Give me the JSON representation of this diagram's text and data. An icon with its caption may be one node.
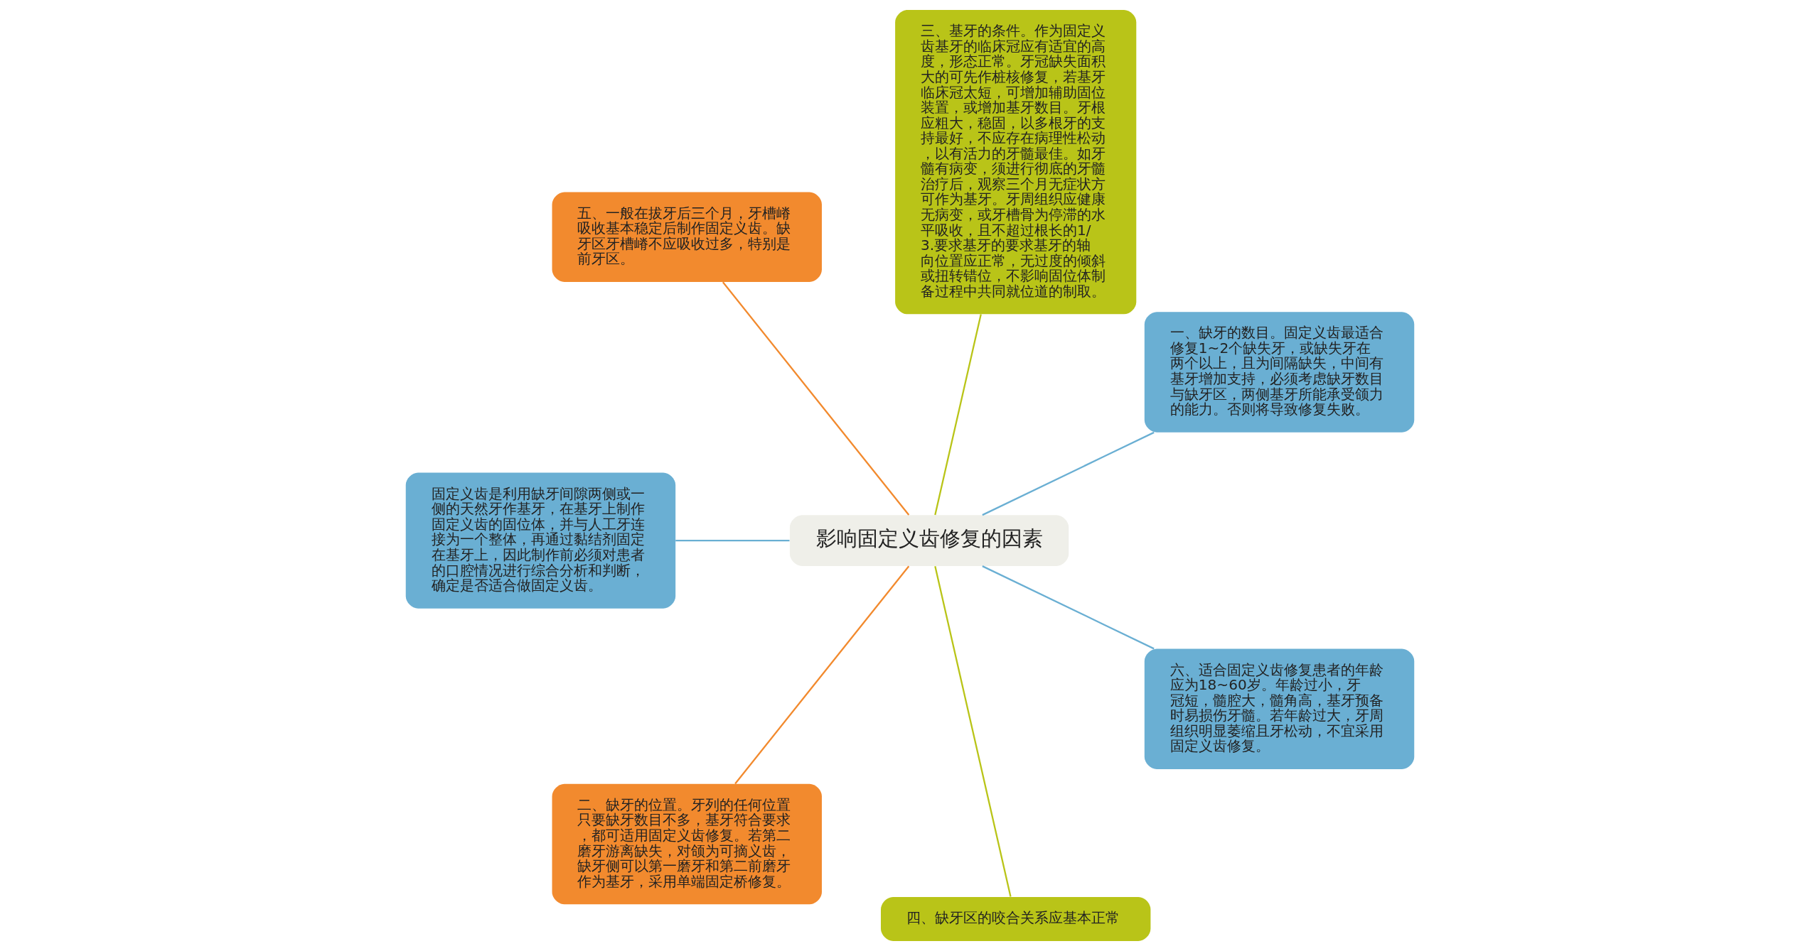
{
  "diagram": {
    "nodes": [
      {
        "text": [
          "影响固定义齿修复的因素"
        ]
      },
      {
        "text": [
          "一、缺牙的数目。固定义齿最适合修复1~2个缺失牙，或缺失牙在两个以上，且为间隔缺失，中间有基牙增加支持，必须考虑缺牙数目与缺牙区，两侧基牙所能承受颌力的能力。否则将导致修复失败。"
        ]
      },
      {
        "text": [
          "三、基牙的条件。作为固定义齿基牙的临床冠应有适宜的高度，形态正常。牙冠缺失面积大的可先作桩核修复，若基牙临床冠太短，可增加辅助固位装置，或增加基牙数目。牙根应粗大，稳固，以多根牙的支持最好，不应存在病理性松动，以有活力的牙髓最佳。如牙髓有病变，须进行彻底的牙髓治疗后，观察三个月无症状方可作为基牙。牙周组织应健康无病变，或牙槽骨为停滞的水平吸收，且不超过根长的1/3.要求基牙的要求基牙的轴向位置应正常，无过度的倾斜或扭转错位，不影响固位体制备过程中共同就位道的制取。"
        ]
      },
      {
        "text": [
          "五、一般在拔牙后三个月，牙槽嵴吸收基本稳定后制作固定义齿。缺牙区牙槽嵴不应吸收过多，特别是前牙区。"
        ]
      },
      {
        "text": [
          "固定义齿是利用缺牙间隙两侧或一侧的天然牙作基牙，在基牙上制作固定义齿的固位体，并与人工牙连接为一个整体，再通过黏结剂固定在基牙上，因此制作前必须对患者的口腔情况进行综合分析和判断，确定是否适合做固定义齿。"
        ]
      },
      {
        "text": [
          "二、缺牙的位置。牙列的任何位置只要缺牙数目不多，基牙符合要求，都可适用固定义齿修复。若第二磨牙游离缺失，对颌为可摘义齿，缺牙侧可以第一磨牙和第二前磨牙作为基牙，采用单端固定桥修复。"
        ]
      },
      {
        "text": [
          "四、缺牙区的咬合关系应基本正常"
        ]
      },
      {
        "text": [
          "六、适合固定义齿修复患者的年龄应为18~60岁。年龄过小，牙冠短，髓腔大，髓角高，基牙预备时易损伤牙髓。若年龄过大，牙周组织明显萎缩且牙松动，不宜采用固定义齿修复。"
        ]
      }
    ],
    "edges": [
      {
        "from": 0,
        "to": 1,
        "arrow": "none"
      },
      {
        "from": 0,
        "to": 2,
        "arrow": "none",
        "color": "#b9c418"
      },
      {
        "from": 0,
        "to": 3,
        "arrow": "none",
        "color": "#f28a2e"
      },
      {
        "from": 0,
        "to": 4,
        "arrow": "none"
      },
      {
        "from": 0,
        "to": 5,
        "arrow": "none",
        "color": "#f28a2e"
      },
      {
        "from": 0,
        "to": 6,
        "arrow": "none",
        "color": "#b9c418"
      },
      {
        "from": 0,
        "to": 7,
        "arrow": "none"
      }
    ]
  }
}
